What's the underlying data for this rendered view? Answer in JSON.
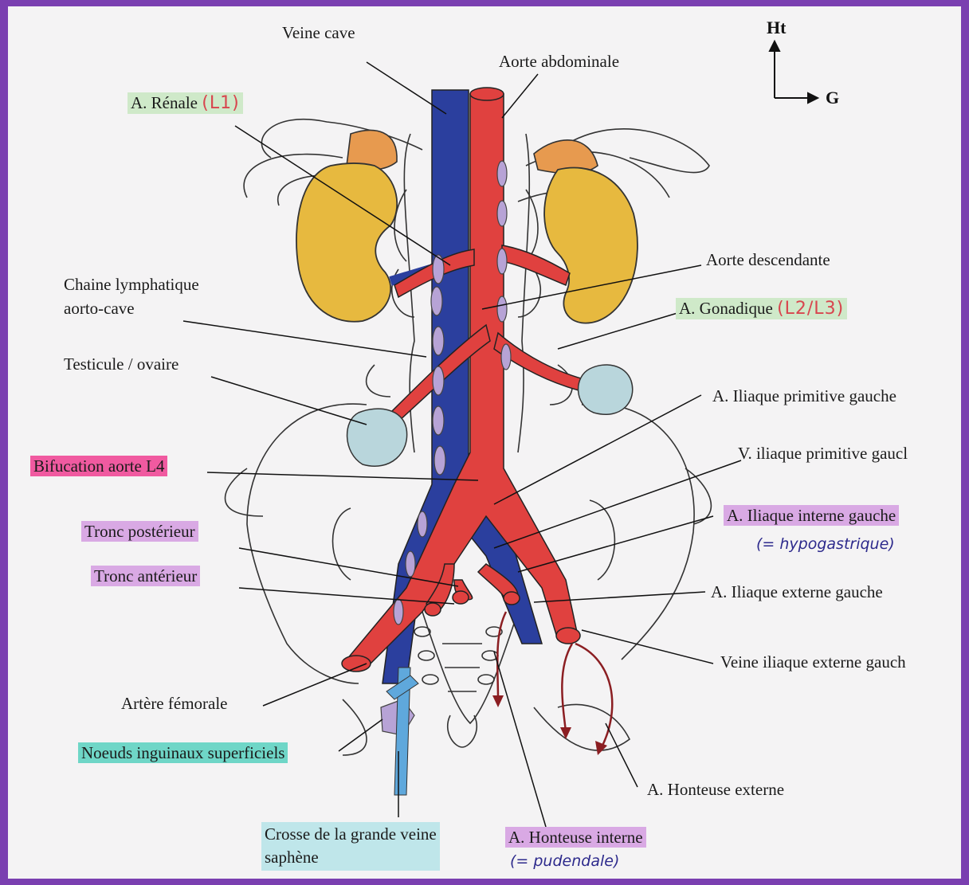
{
  "labels": {
    "veine_cave": "Veine cave",
    "aorte_abdominale": "Aorte abdominale",
    "a_renale": "A. Rénale",
    "a_renale_level": "(L1)",
    "aorte_descendante": "Aorte descendante",
    "chaine_lymph_1": "Chaine lymphatique",
    "chaine_lymph_2": "aorto-cave",
    "a_gonadique": "A. Gonadique",
    "a_gonadique_level": "(L2/L3)",
    "testicule": "Testicule / ovaire",
    "a_iliaque_prim": "A. Iliaque primitive gauche",
    "v_iliaque_prim": "V. iliaque primitive gaucl",
    "bifurcation": "Bifucation aorte L4",
    "a_iliaque_interne": "A. Iliaque interne gauche",
    "a_iliaque_interne_note": "(= hypogastrique)",
    "tronc_posterieur": "Tronc postérieur",
    "tronc_anterieur": "Tronc antérieur",
    "a_iliaque_externe": "A. Iliaque externe gauche",
    "veine_iliaque_externe": "Veine iliaque externe gauch",
    "arterie_femorale": "Artère fémorale",
    "noeuds_inguinaux": "Noeuds inguinaux superficiels",
    "a_honteuse_externe": "A. Honteuse externe",
    "crosse_1": "Crosse de la grande veine",
    "crosse_2": "saphène",
    "a_honteuse_interne": "A. Honteuse interne",
    "a_honteuse_interne_note": "(= pudendale)"
  },
  "orientation": {
    "up": "Ht",
    "left": "G"
  },
  "colors": {
    "artery": "#e0413f",
    "vein": "#2b3f9e",
    "kidney": "#e7b93f",
    "adrenal": "#e79a4f",
    "gonad": "#b9d6dc",
    "lymph": "#b7a3d6",
    "highlight_green": "#cfe9c9",
    "highlight_pink": "#f05aa0",
    "highlight_violet": "#d9a9e4",
    "highlight_teal": "#6fd6c7",
    "highlight_blue": "#bfe6ea",
    "frame": "#7a3fb0"
  }
}
